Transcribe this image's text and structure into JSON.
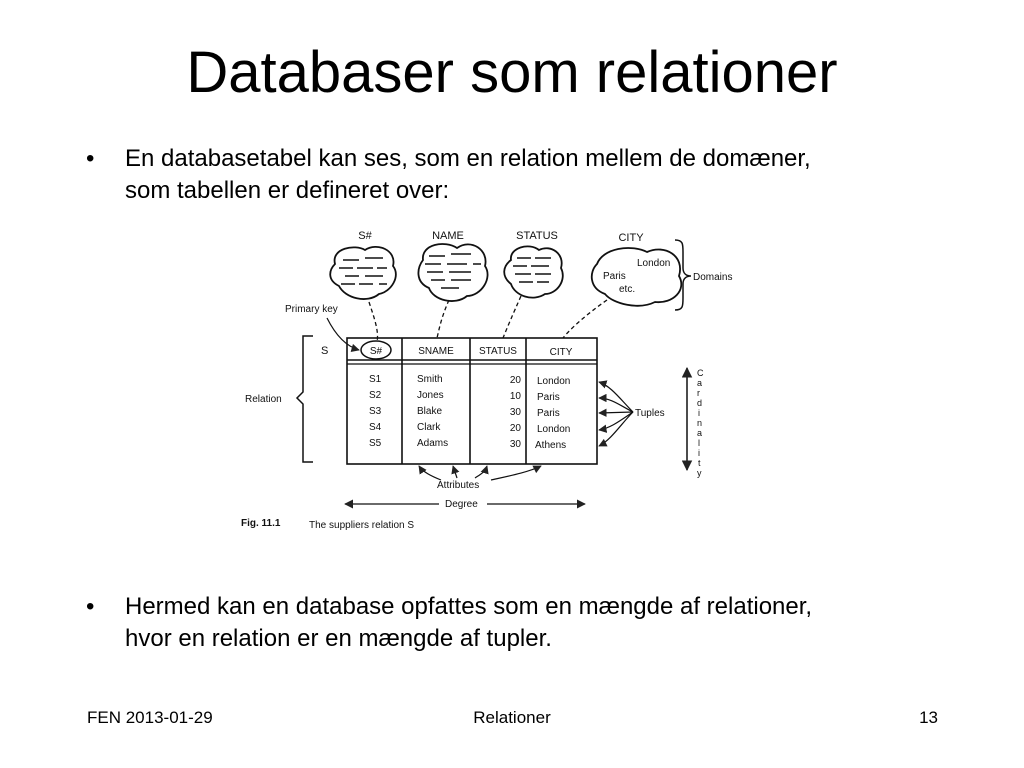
{
  "slide": {
    "title": "Databaser som relationer",
    "bullet_char": "•",
    "bullets": [
      "En databasetabel kan ses, som en relation mellem de domæner, som tabellen er defineret over:",
      "Hermed kan en database opfattes som en mængde af relationer, hvor en relation er en mængde af tupler."
    ]
  },
  "figure": {
    "domain_labels": [
      "S#",
      "NAME",
      "STATUS",
      "CITY"
    ],
    "city_domain_values": [
      "London",
      "Paris",
      "etc."
    ],
    "domains_label": "Domains",
    "primary_key_label": "Primary key",
    "relation_name": "S",
    "relation_label": "Relation",
    "headers": [
      "S#",
      "SNAME",
      "STATUS",
      "CITY"
    ],
    "rows": [
      [
        "S1",
        "Smith",
        "20",
        "London"
      ],
      [
        "S2",
        "Jones",
        "10",
        "Paris"
      ],
      [
        "S3",
        "Blake",
        "30",
        "Paris"
      ],
      [
        "S4",
        "Clark",
        "20",
        "London"
      ],
      [
        "S5",
        "Adams",
        "30",
        "Athens"
      ]
    ],
    "tuples_label": "Tuples",
    "cardinality_letters": [
      "C",
      "a",
      "r",
      "d",
      "i",
      "n",
      "a",
      "l",
      "i",
      "t",
      "y"
    ],
    "attributes_label": "Attributes",
    "degree_label": "Degree",
    "caption_number": "Fig. 11.1",
    "caption_text": "The suppliers relation S"
  },
  "footer": {
    "left": "FEN 2013-01-29",
    "center": "Relationer",
    "right": "13"
  }
}
